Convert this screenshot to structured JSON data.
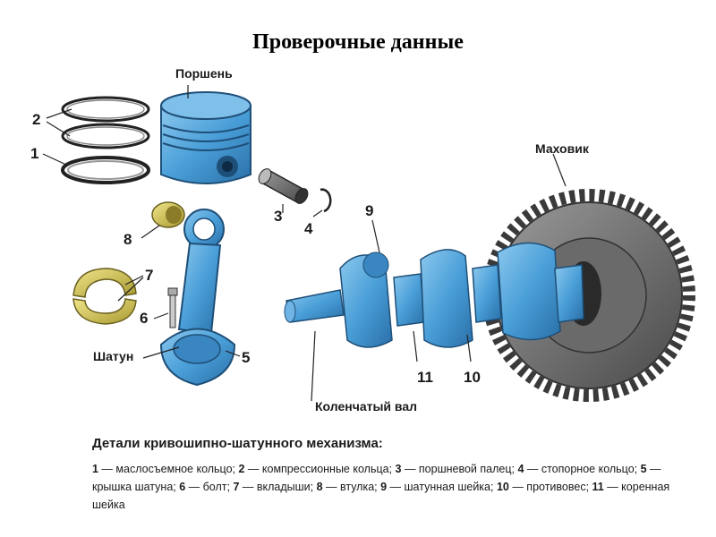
{
  "title": "Проверочные данные",
  "labels": {
    "piston": "Поршень",
    "flywheel": "Маховик",
    "conrod": "Шатун",
    "crankshaft": "Коленчатый вал",
    "n1": "1",
    "n2": "2",
    "n3": "3",
    "n4": "4",
    "n5": "5",
    "n6": "6",
    "n7": "7",
    "n8": "8",
    "n9": "9",
    "n10": "10",
    "n11": "11"
  },
  "legend": {
    "heading": "Детали кривошипно-шатунного механизма:",
    "items": [
      {
        "num": "1",
        "text": " — маслосъемное кольцо; "
      },
      {
        "num": "2",
        "text": " — компрессионные кольца; "
      },
      {
        "num": "3",
        "text": " — поршневой палец; "
      },
      {
        "num": "4",
        "text": " — стопорное кольцо; "
      },
      {
        "num": "5",
        "text": " — крышка шатуна; "
      },
      {
        "num": "6",
        "text": " — болт; "
      },
      {
        "num": "7",
        "text": " — вкладыши; "
      },
      {
        "num": "8",
        "text": " — втулка; "
      },
      {
        "num": "9",
        "text": " — шатунная шейка; "
      },
      {
        "num": "10",
        "text": " — противовес; "
      },
      {
        "num": "11",
        "text": " — коренная шейка"
      }
    ]
  },
  "colors": {
    "part_blue": "#4a9fd8",
    "part_blue_dark": "#2a6fa8",
    "gear_gray": "#7a7a7a",
    "bushing_yellow": "#d8c95a"
  }
}
